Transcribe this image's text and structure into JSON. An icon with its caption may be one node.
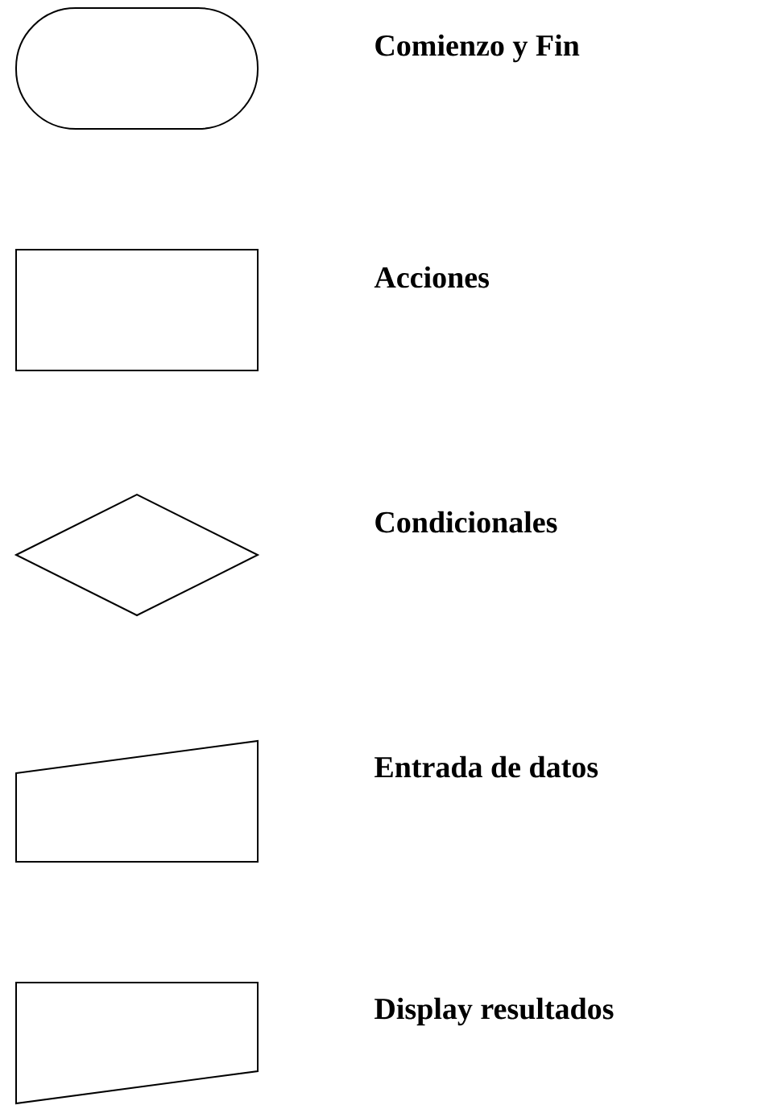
{
  "diagram": {
    "nodes": [
      {
        "text": [],
        "shape": "stadium"
      },
      {
        "text": [],
        "shape": "box"
      },
      {
        "text": [],
        "shape": "diamond"
      },
      {
        "text": [],
        "shape": "trapezoid"
      },
      {
        "text": [],
        "shape": "reverse-trapezoid"
      }
    ],
    "labels": [
      "Comienzo y Fin",
      "Acciones",
      "Condicionales",
      "Entrada de datos",
      "Display resultados"
    ]
  }
}
